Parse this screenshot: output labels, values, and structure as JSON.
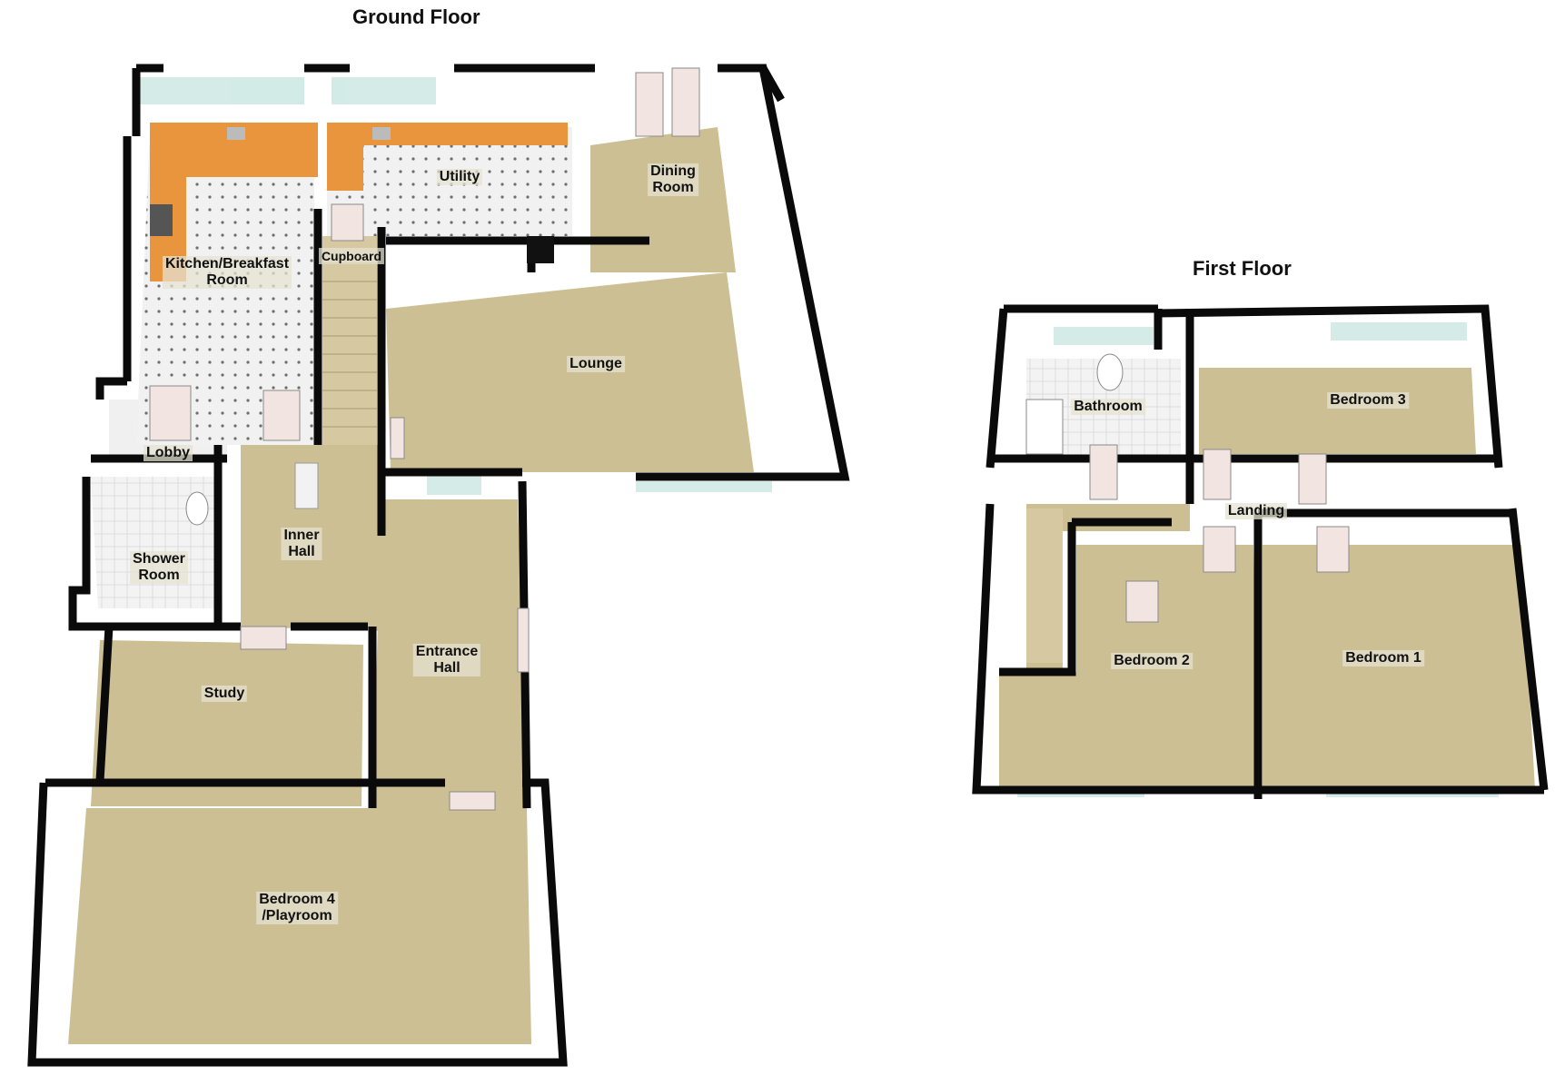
{
  "floors": {
    "ground": {
      "title": "Ground Floor",
      "rooms": {
        "kitchen": [
          "Kitchen/Breakfast",
          "Room"
        ],
        "utility": [
          "Utility"
        ],
        "dining": [
          "Dining",
          "Room"
        ],
        "cupboard": [
          "Cupboard"
        ],
        "lounge": [
          "Lounge"
        ],
        "lobby": [
          "Lobby"
        ],
        "shower": [
          "Shower",
          "Room"
        ],
        "inner_hall": [
          "Inner",
          "Hall"
        ],
        "entrance_hall": [
          "Entrance",
          "Hall"
        ],
        "study": [
          "Study"
        ],
        "bedroom4": [
          "Bedroom 4",
          "/Playroom"
        ]
      }
    },
    "first": {
      "title": "First Floor",
      "rooms": {
        "bathroom": [
          "Bathroom"
        ],
        "bedroom3": [
          "Bedroom 3"
        ],
        "landing": [
          "Landing"
        ],
        "bedroom2": [
          "Bedroom 2"
        ],
        "bedroom1": [
          "Bedroom 1"
        ]
      }
    }
  },
  "colors": {
    "wall": "#0a0a0a",
    "wall_face": "#f4f4f4",
    "carpet": "#cdbf94",
    "tile": "#eeeeee",
    "worktop": "#e8953e",
    "window": "#cfe9e4",
    "door": "#f1e4e1"
  }
}
